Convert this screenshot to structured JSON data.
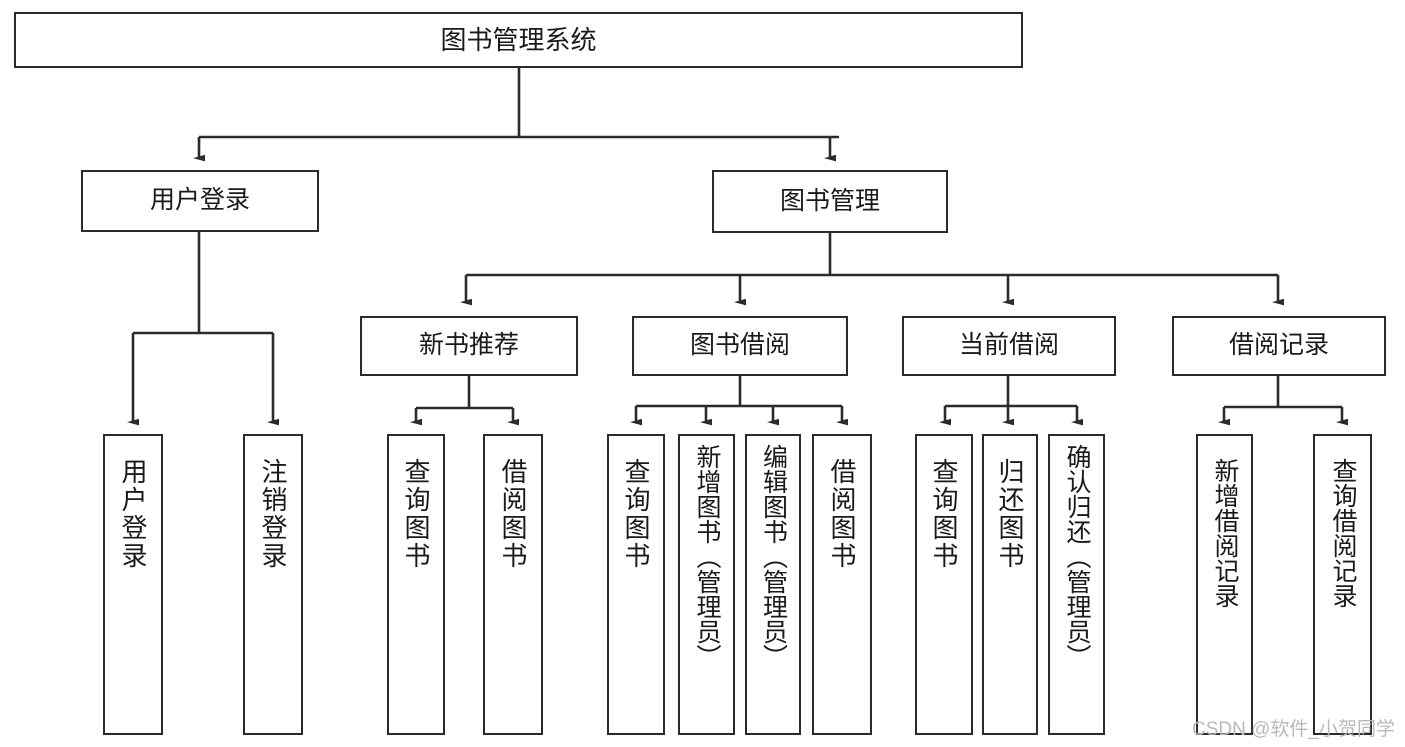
{
  "diagram": {
    "type": "tree",
    "title": "图书管理系统",
    "watermark": "CSDN @软件_小贺同学",
    "colors": {
      "background": "#ffffff",
      "node_border": "#2b2b2b",
      "node_fill": "#ffffff",
      "connector": "#2b2b2b",
      "text": "#1a1a1a",
      "watermark": "#b9b9b9"
    },
    "nodes": {
      "root": {
        "label": "图书管理系统"
      },
      "level1": [
        {
          "id": "user-login",
          "label": "用户登录"
        },
        {
          "id": "book-manage",
          "label": "图书管理"
        }
      ],
      "level2": [
        {
          "id": "new-book-recommend",
          "label": "新书推荐"
        },
        {
          "id": "book-borrow",
          "label": "图书借阅"
        },
        {
          "id": "current-borrow",
          "label": "当前借阅"
        },
        {
          "id": "borrow-record",
          "label": "借阅记录"
        }
      ],
      "leaves": {
        "user-login": [
          {
            "id": "leaf-user-login",
            "label": "用户登录"
          },
          {
            "id": "leaf-logout-login",
            "label": "注销登录"
          }
        ],
        "new-book-recommend": [
          {
            "id": "leaf-query-book-1",
            "label": "查询图书"
          },
          {
            "id": "leaf-borrow-book-1",
            "label": "借阅图书"
          }
        ],
        "book-borrow": [
          {
            "id": "leaf-query-book-2",
            "label": "查询图书"
          },
          {
            "id": "leaf-add-book-admin",
            "label": "新增图书（管理员）"
          },
          {
            "id": "leaf-edit-book-admin",
            "label": "编辑图书（管理员）"
          },
          {
            "id": "leaf-borrow-book-2",
            "label": "借阅图书"
          }
        ],
        "current-borrow": [
          {
            "id": "leaf-query-book-3",
            "label": "查询图书"
          },
          {
            "id": "leaf-return-book",
            "label": "归还图书"
          },
          {
            "id": "leaf-confirm-return-admin",
            "label": "确认归还（管理员）"
          }
        ],
        "borrow-record": [
          {
            "id": "leaf-add-borrow-record",
            "label": "新增借阅记录"
          },
          {
            "id": "leaf-query-borrow-record",
            "label": "查询借阅记录"
          }
        ]
      }
    }
  }
}
